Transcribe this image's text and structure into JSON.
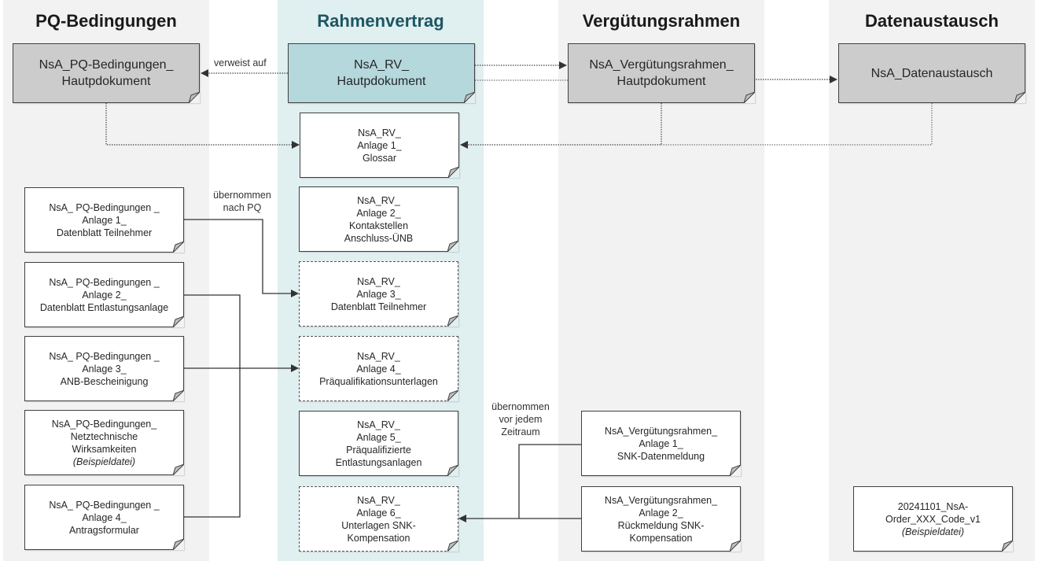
{
  "lanes": [
    {
      "id": "pq",
      "title": "PQ-Bedingungen",
      "color": "#f2f2f2",
      "title_color": "#1a1a1a"
    },
    {
      "id": "rv",
      "title": "Rahmenvertrag",
      "color": "#e0eff0",
      "title_color": "#1d5563"
    },
    {
      "id": "vg",
      "title": "Vergütungsrahmen",
      "color": "#f2f2f2",
      "title_color": "#1a1a1a"
    },
    {
      "id": "da",
      "title": "Datenaustausch",
      "color": "#f2f2f2",
      "title_color": "#1a1a1a"
    }
  ],
  "documents": {
    "pq_main": {
      "lines": [
        "NsA_PQ-Bedingungen_",
        "Hautpdokument"
      ]
    },
    "rv_main": {
      "lines": [
        "NsA_RV_",
        "Hautpdokument"
      ]
    },
    "vg_main": {
      "lines": [
        "NsA_Vergütungsrahmen_",
        "Hautpdokument"
      ]
    },
    "da_main": {
      "lines": [
        "NsA_Datenaustausch"
      ]
    },
    "rv_a1": {
      "lines": [
        "NsA_RV_",
        "Anlage 1_",
        "Glossar"
      ]
    },
    "rv_a2": {
      "lines": [
        "NsA_RV_",
        "Anlage 2_",
        "Kontakstellen",
        "Anschluss-ÜNB"
      ]
    },
    "rv_a3": {
      "lines": [
        "NsA_RV_",
        "Anlage 3_",
        "Datenblatt Teilnehmer"
      ]
    },
    "rv_a4": {
      "lines": [
        "NsA_RV_",
        "Anlage 4_",
        "Präqualifikationsunterlagen"
      ]
    },
    "rv_a5": {
      "lines": [
        "NsA_RV_",
        "Anlage 5_",
        "Präqualifizierte",
        "Entlastungsanlagen"
      ]
    },
    "rv_a6": {
      "lines": [
        "NsA_RV_",
        "Anlage 6_",
        "Unterlagen SNK-",
        "Kompensation"
      ]
    },
    "pq_a1": {
      "lines": [
        "NsA_ PQ-Bedingungen _",
        "Anlage 1_",
        "Datenblatt Teilnehmer"
      ]
    },
    "pq_a2": {
      "lines": [
        "NsA_ PQ-Bedingungen _",
        "Anlage 2_",
        "Datenblatt Entlastungsanlage"
      ]
    },
    "pq_a3": {
      "lines": [
        "NsA_ PQ-Bedingungen _",
        "Anlage 3_",
        "ANB-Bescheinigung"
      ]
    },
    "pq_nw": {
      "lines": [
        "NsA_PQ-Bedingungen_",
        "Netztechnische",
        "Wirksamkeiten"
      ],
      "italic": "(Beispieldatei)"
    },
    "pq_a4": {
      "lines": [
        "NsA_ PQ-Bedingungen _",
        "Anlage 4_",
        "Antragsformular"
      ]
    },
    "vg_a1": {
      "lines": [
        "NsA_Vergütungsrahmen_",
        "Anlage 1_",
        "SNK-Datenmeldung"
      ]
    },
    "vg_a2": {
      "lines": [
        "NsA_Vergütungsrahmen_",
        "Anlage 2_",
        "Rückmeldung SNK-",
        "Kompensation"
      ]
    },
    "da_order": {
      "lines": [
        "20241101_NsA-",
        "Order_XXX_Code_v1"
      ],
      "italic": "(Beispieldatei)"
    }
  },
  "notes": {
    "verweist": "verweist auf",
    "nach_pq": [
      "übernommen",
      "nach PQ"
    ],
    "vor_zeitraum": [
      "übernommen",
      "vor jedem",
      "Zeitraum"
    ]
  }
}
